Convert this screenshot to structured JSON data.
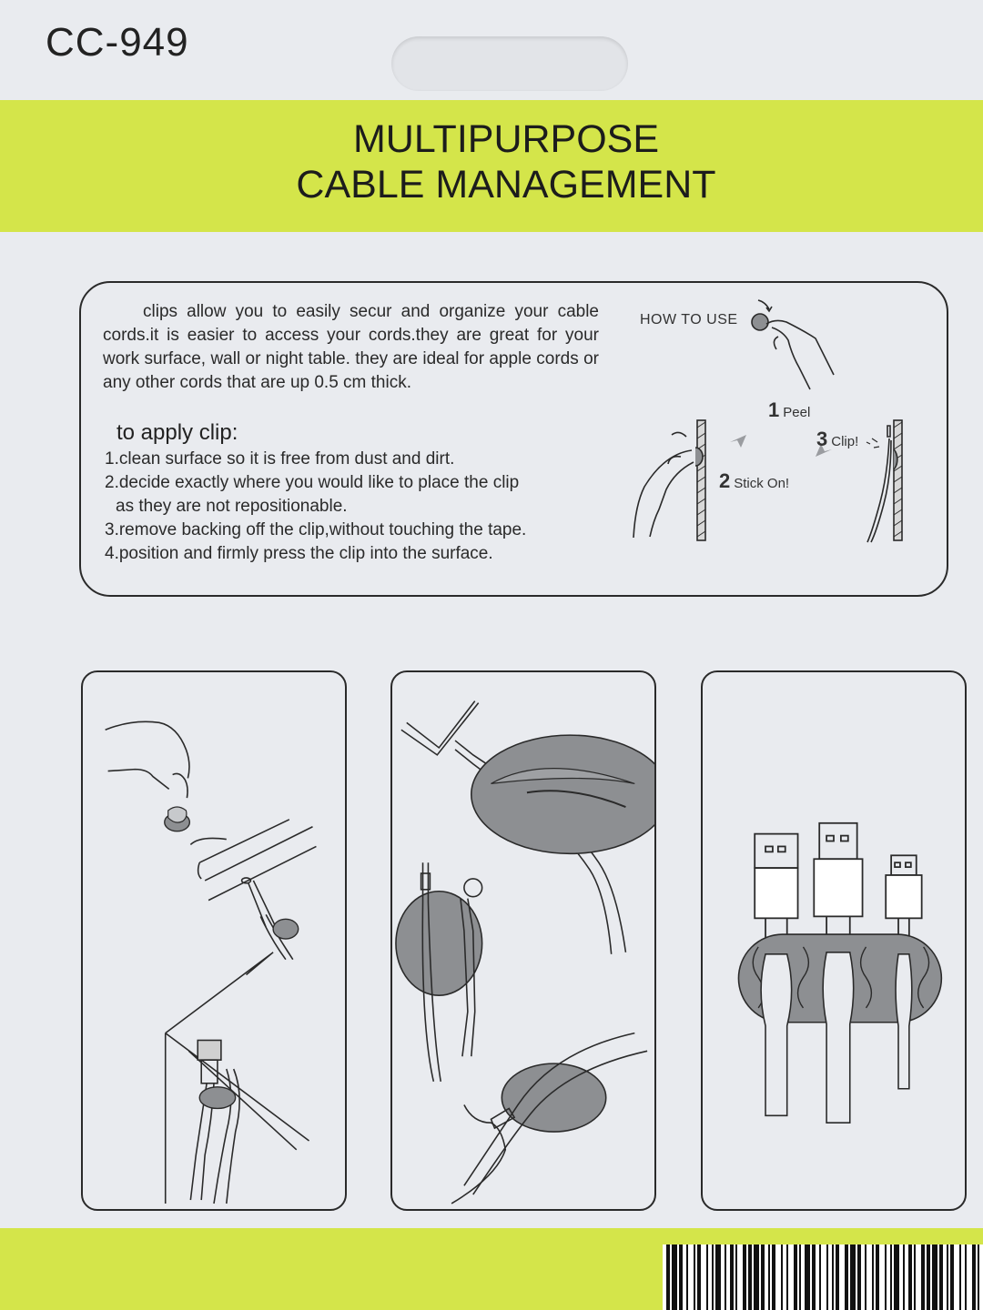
{
  "header": {
    "model": "CC-949",
    "title_line1": "MULTIPURPOSE",
    "title_line2": "CABLE MANAGEMENT"
  },
  "info": {
    "intro": "clips allow you to easily secur and organize your cable cords.it is easier to access  your cords.they are great for your work surface, wall or night table. they are ideal for apple cords or any other cords that are up 0.5 cm thick.",
    "apply_heading": "to apply clip:",
    "steps": [
      "1.clean surface so it is free from dust and dirt.",
      "2.decide exactly where you would like to place the clip",
      "as they are not repositionable.",
      "3.remove backing off the clip,without touching the tape.",
      "4.position and firmly press the clip into the surface."
    ]
  },
  "how_to_use": {
    "label": "HOW TO USE",
    "steps": [
      {
        "num": "1",
        "text": "Peel"
      },
      {
        "num": "2",
        "text": "Stick On!"
      },
      {
        "num": "3",
        "text": "Clip!"
      }
    ]
  },
  "colors": {
    "band": "#d4e54a",
    "background": "#e9ebef",
    "clip_gray": "#8d8f92",
    "ink": "#2a2a2a"
  }
}
